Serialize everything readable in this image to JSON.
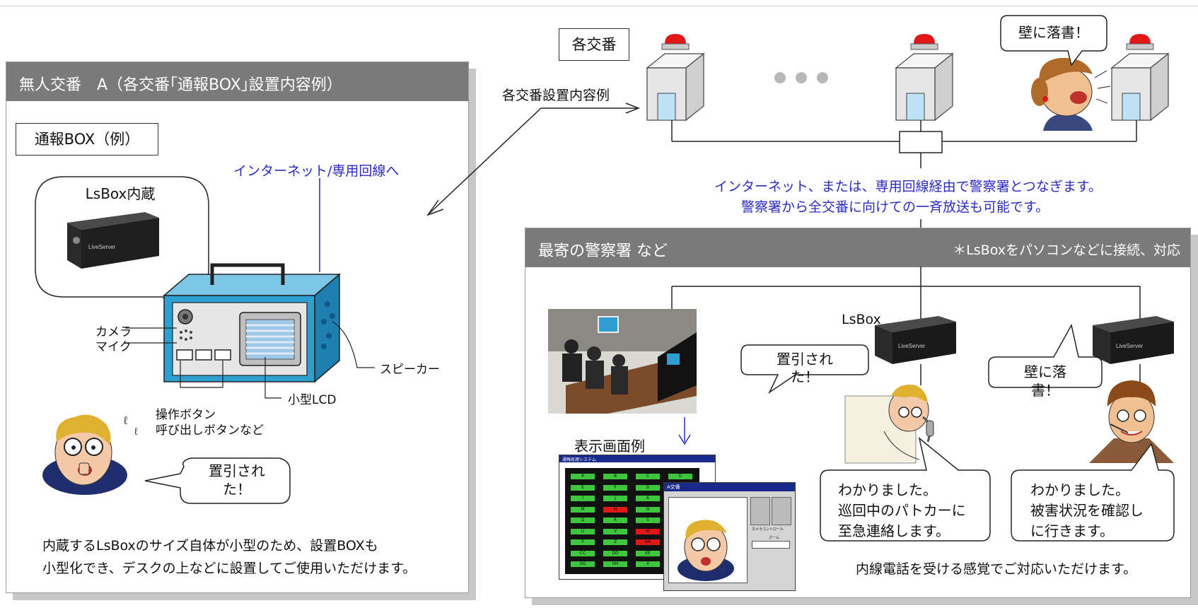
{
  "left_panel": {
    "header": "無人交番　A（各交番｢通報BOX｣設置内容例）",
    "box_title": "通報BOX（例）",
    "lsbox_bubble": "LsBox内蔵",
    "internet_note": "インターネット/専用回線へ",
    "labels": {
      "camera": "カメラ",
      "mic": "マイク",
      "speaker": "スピーカー",
      "lcd": "小型LCD",
      "buttons_1": "操作ボタン",
      "buttons_2": "呼び出しボタンなど"
    },
    "victim_bubble_1": "置引され",
    "victim_bubble_2": "た！",
    "footer_1": "内蔵するLsBoxのサイズ自体が小型のため、設置BOXも",
    "footer_2": "小型化でき、デスクの上などに設置してご使用いただけます。"
  },
  "top": {
    "station_label": "各交番",
    "setup_example": "各交番設置内容例",
    "graffiti_bubble": "壁に落書！",
    "network_note_1": "インターネット、または、専用回線経由で警察署とつなぎます。",
    "network_note_2": "警察署から全交番に向けての一斉放送も可能です。"
  },
  "right_panel": {
    "header": "最寄の警察署 など",
    "note": "＊LsBoxをパソコンなどに接続、対応",
    "lsbox_label": "LsBox",
    "display_example": "表示画面例",
    "caller1_1": "置引され",
    "caller1_2": "た！",
    "caller2_1": "壁に落",
    "caller2_2": "書！",
    "reply1_1": "わかりました。",
    "reply1_2": "巡回中のパトカーに",
    "reply1_3": "至急連絡します。",
    "reply2_1": "わかりました。",
    "reply2_2": "被害状況を確認し",
    "reply2_3": "に行きます。",
    "footer": "内線電話を受ける感覚でご対応いただけます。"
  },
  "screen_example": {
    "main_title": "通報処理システム",
    "sub_title": "A交番",
    "grid": [
      "A",
      "B",
      "C",
      "D",
      "E",
      "F",
      "G",
      "H",
      "I",
      "J",
      "K",
      "L",
      "M",
      "N",
      "O",
      "P",
      "Q",
      "R",
      "S",
      "T",
      "U",
      "V",
      "W",
      "X",
      "Y",
      "Z",
      "AA",
      "BB",
      "CC",
      "DD",
      "EE",
      "FF",
      "GG",
      "HH",
      "II",
      "JJ"
    ],
    "highlight": [
      "N",
      "W",
      "AA"
    ],
    "camera_control": "カメラコントロール",
    "zoom": "ズーム"
  },
  "colors": {
    "header_gray": "#7a7a7a",
    "blue_text": "#2b2bc2",
    "device_blue": "#2e9fd0",
    "siren_red": "#e01818",
    "grid_green": "#3ec63e"
  }
}
